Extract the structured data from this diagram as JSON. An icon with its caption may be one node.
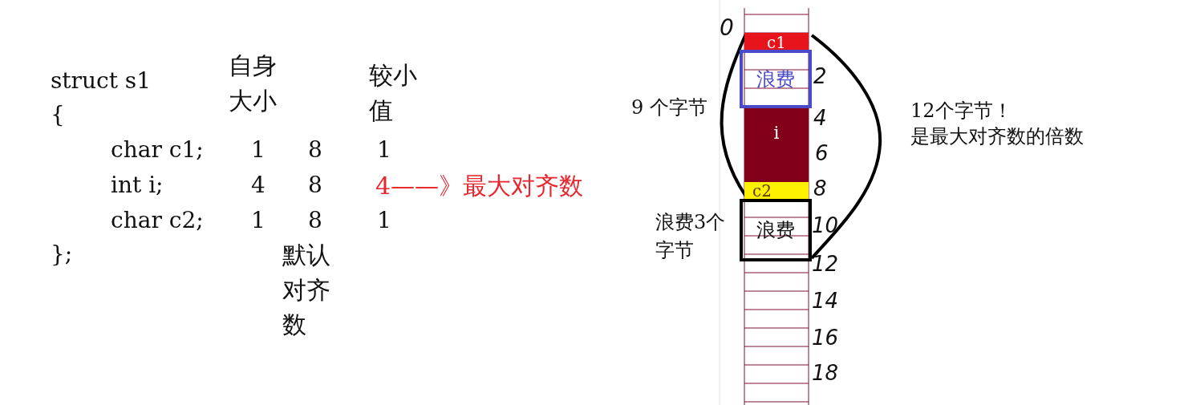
{
  "diagram": {
    "nodes": [
      {
        "text": [
          "c1"
        ]
      },
      {
        "text": [
          "浪费"
        ]
      },
      {
        "text": [
          "i"
        ]
      },
      {
        "text": [
          "c2"
        ]
      },
      {
        "text": [
          "浪费"
        ]
      }
    ],
    "labels": [
      "struct s1",
      "自身大小",
      "较小值",
      "{",
      "char c1;",
      "1",
      "8",
      "1",
      "int i;",
      "4",
      "8",
      "4——》最大对齐数",
      "char c2;",
      "1",
      "8",
      "1",
      "};",
      "默认对齐数",
      "0",
      "2",
      "9 个字节",
      "12个字节！",
      "是最大对齐数的倍数",
      "4",
      "6",
      "8",
      "浪费3个字节",
      "10",
      "12",
      "14",
      "16",
      "18"
    ]
  }
}
